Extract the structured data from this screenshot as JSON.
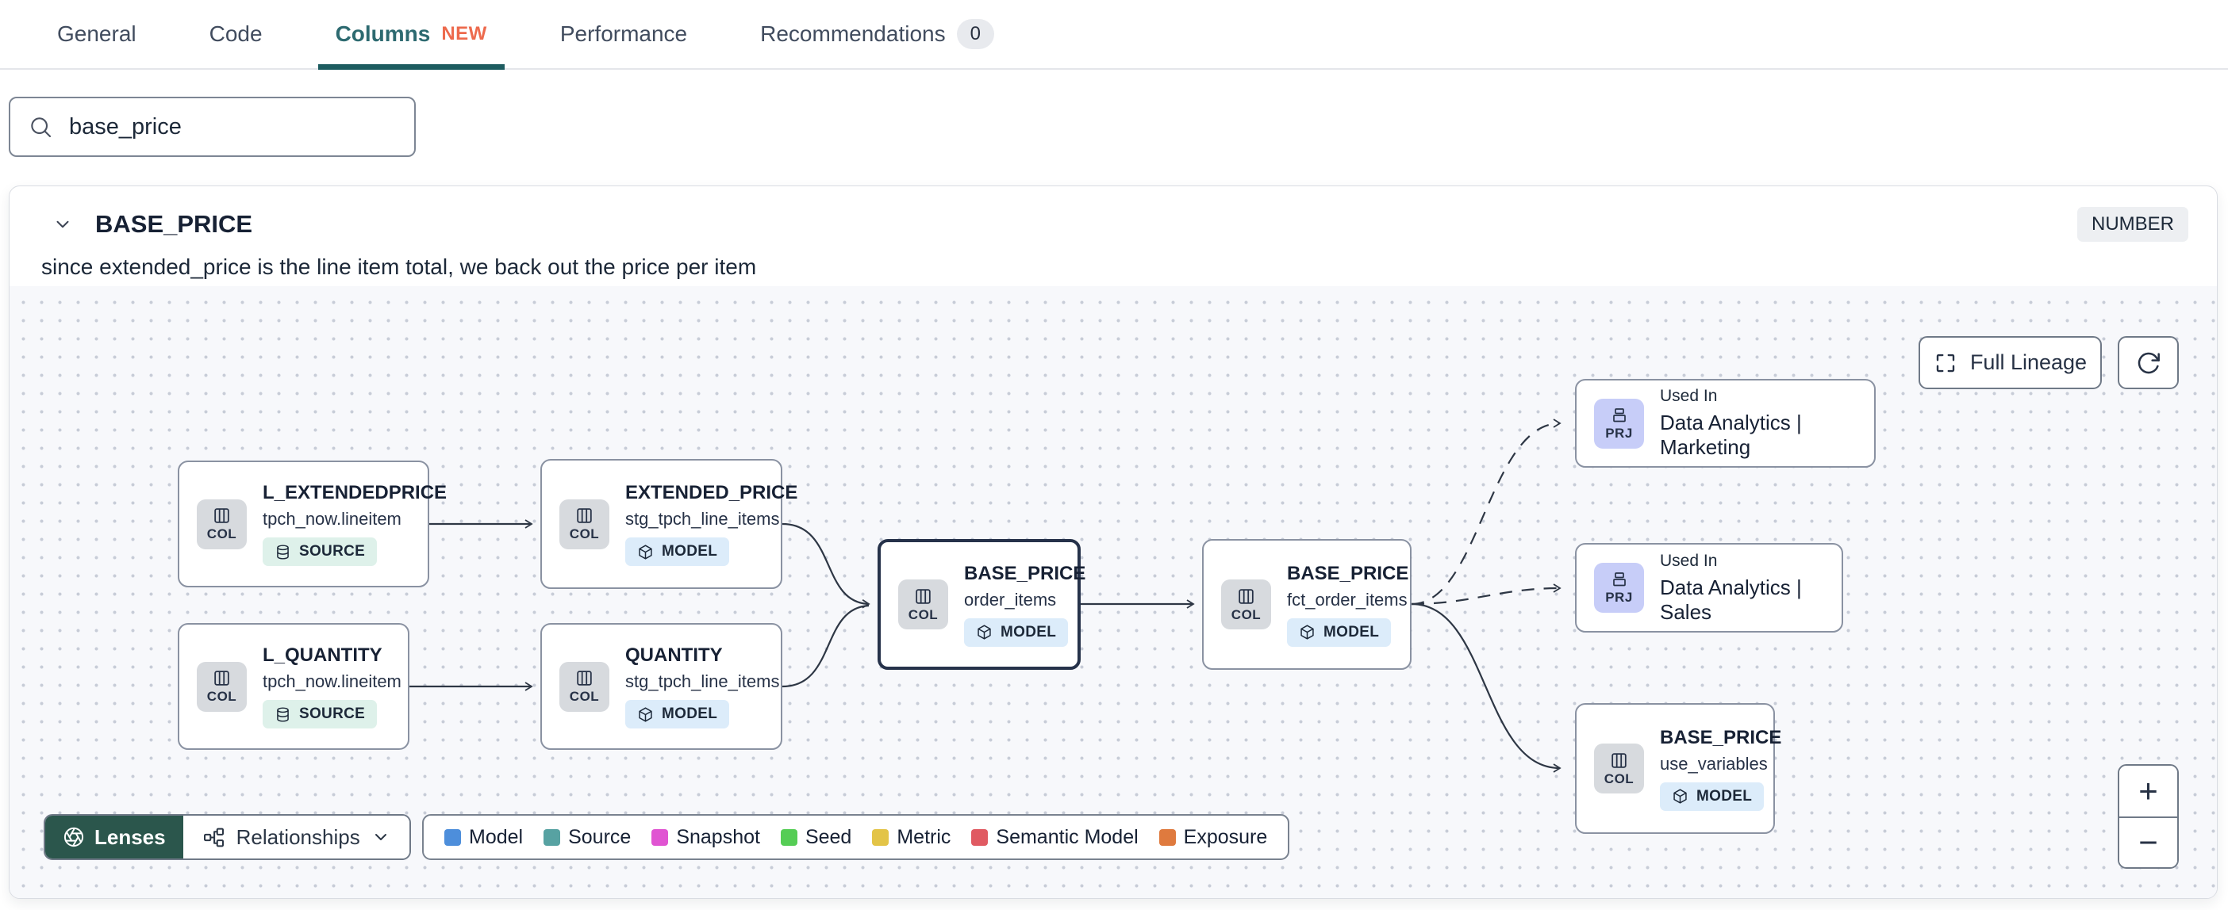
{
  "tabs": {
    "items": [
      {
        "label": "General"
      },
      {
        "label": "Code"
      },
      {
        "label": "Columns",
        "badge": "NEW"
      },
      {
        "label": "Performance"
      },
      {
        "label": "Recommendations",
        "count": "0"
      }
    ],
    "active_tab": "Columns",
    "active_color": "#2d6a70",
    "underline_color": "#1d5c60",
    "new_badge_color": "#ed6a4d"
  },
  "search": {
    "value": "base_price"
  },
  "column_panel": {
    "title": "BASE_PRICE",
    "type_badge": "NUMBER",
    "description": "since extended_price is the line item total, we back out the price per item"
  },
  "lineage": {
    "toolbar": {
      "full_lineage_label": "Full Lineage"
    },
    "nodes": [
      {
        "title": "L_EXTENDEDPRICE",
        "subtitle": "tpch_now.lineitem",
        "badge": "SOURCE",
        "icon_label": "COL"
      },
      {
        "title": "EXTENDED_PRICE",
        "subtitle": "stg_tpch_line_items",
        "badge": "MODEL",
        "icon_label": "COL"
      },
      {
        "title": "L_QUANTITY",
        "subtitle": "tpch_now.lineitem",
        "badge": "SOURCE",
        "icon_label": "COL"
      },
      {
        "title": "QUANTITY",
        "subtitle": "stg_tpch_line_items",
        "badge": "MODEL",
        "icon_label": "COL"
      },
      {
        "title": "BASE_PRICE",
        "subtitle": "order_items",
        "badge": "MODEL",
        "icon_label": "COL",
        "selected": true
      },
      {
        "title": "BASE_PRICE",
        "subtitle": "fct_order_items",
        "badge": "MODEL",
        "icon_label": "COL"
      },
      {
        "label": "Used In",
        "title": "Data Analytics | Marketing",
        "icon_label": "PRJ"
      },
      {
        "label": "Used In",
        "title": "Data Analytics | Sales",
        "icon_label": "PRJ"
      },
      {
        "title": "BASE_PRICE",
        "subtitle": "use_variables",
        "badge": "MODEL",
        "icon_label": "COL"
      }
    ],
    "badge_colors": {
      "source_bg": "#def1ea",
      "model_bg": "#dcecfa",
      "col_bg": "#d7dade",
      "prj_bg": "#c7cdf8"
    },
    "footer": {
      "lenses_label": "Lenses",
      "relationships_label": "Relationships",
      "lenses_bg": "#2b564c"
    },
    "legend": {
      "items": [
        {
          "label": "Model",
          "color": "#4d8edb"
        },
        {
          "label": "Source",
          "color": "#57a2a2"
        },
        {
          "label": "Snapshot",
          "color": "#e054d2"
        },
        {
          "label": "Seed",
          "color": "#55cd55"
        },
        {
          "label": "Metric",
          "color": "#e3c447"
        },
        {
          "label": "Semantic Model",
          "color": "#e05a62"
        },
        {
          "label": "Exposure",
          "color": "#df7a3e"
        }
      ]
    },
    "zoom": {
      "zoom_in": "+",
      "zoom_out": "−"
    }
  }
}
